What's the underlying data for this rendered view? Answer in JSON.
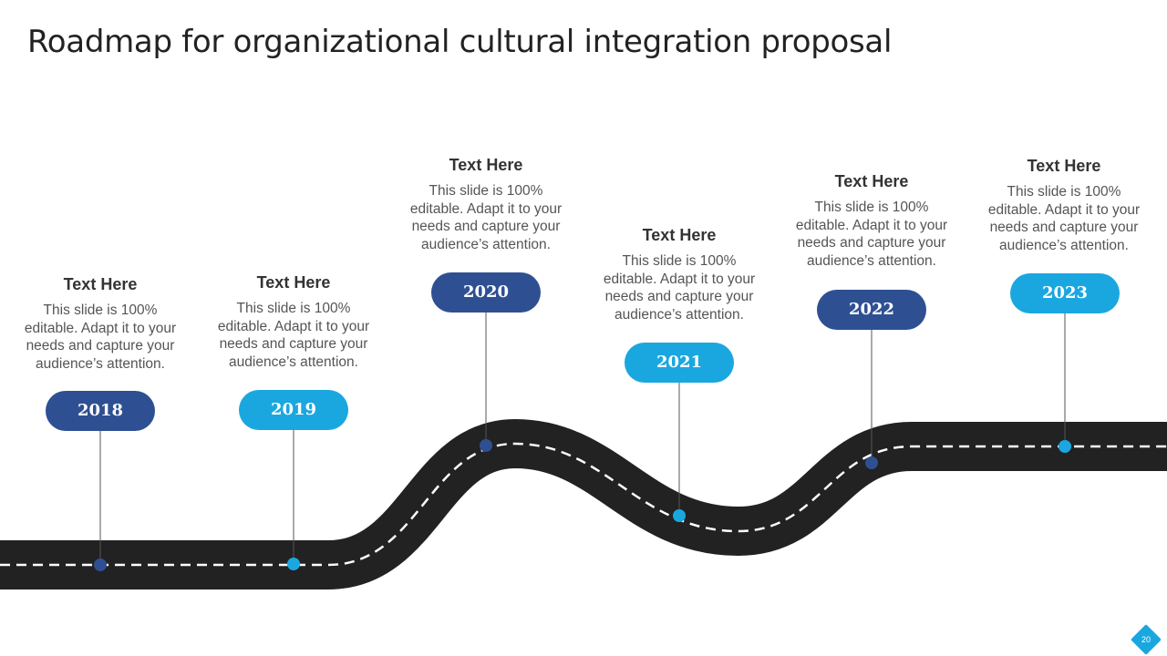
{
  "title": "Roadmap for organizational cultural integration proposal",
  "page_number": "20",
  "colors": {
    "dark_blue": "#2e5092",
    "light_blue": "#1aa7e0",
    "road": "#222222",
    "road_dash": "#ffffff"
  },
  "milestones": [
    {
      "year": "2018",
      "heading": "Text Here",
      "desc_lines": [
        "This slide is 100%",
        "editable. Adapt it to your",
        "needs and capture your",
        "audience’s attention."
      ],
      "color": "dark_blue"
    },
    {
      "year": "2019",
      "heading": "Text Here",
      "desc_lines": [
        "This slide is 100%",
        "editable. Adapt it to your",
        "needs and capture your",
        "audience’s attention."
      ],
      "color": "light_blue"
    },
    {
      "year": "2020",
      "heading": "Text Here",
      "desc_lines": [
        "This slide is 100%",
        "editable. Adapt it to your",
        "needs and capture your",
        "audience’s attention."
      ],
      "color": "dark_blue"
    },
    {
      "year": "2021",
      "heading": "Text Here",
      "desc_lines": [
        "This slide is 100%",
        "editable. Adapt it to your",
        "needs and capture your",
        "audience’s attention."
      ],
      "color": "light_blue"
    },
    {
      "year": "2022",
      "heading": "Text Here",
      "desc_lines": [
        "This slide is 100%",
        "editable. Adapt it to your",
        "needs and capture your",
        "audience’s attention."
      ],
      "color": "dark_blue"
    },
    {
      "year": "2023",
      "heading": "Text Here",
      "desc_lines": [
        "This slide is 100%",
        "editable. Adapt it to your",
        "needs and capture your",
        "audience’s attention."
      ],
      "color": "light_blue"
    }
  ]
}
